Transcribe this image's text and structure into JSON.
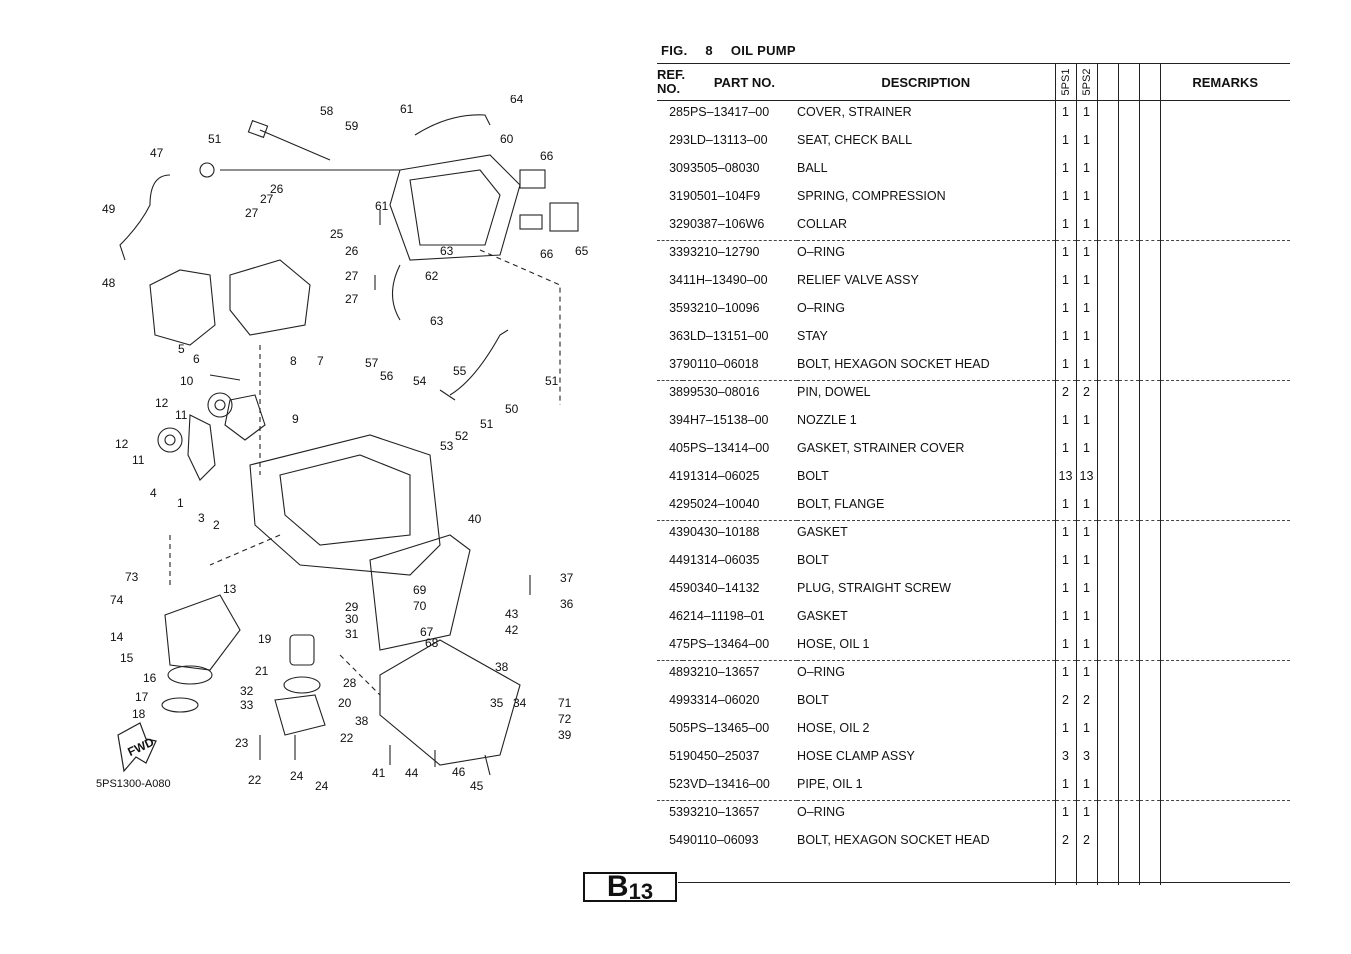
{
  "header": {
    "fig_label": "FIG.",
    "fig_number": "8",
    "fig_title": "OIL PUMP"
  },
  "columns": {
    "ref_no": "REF. NO.",
    "part_no": "PART NO.",
    "description": "DESCRIPTION",
    "model1": "5PS1",
    "model2": "5PS2",
    "remarks": "REMARKS"
  },
  "rows": [
    {
      "ref": "28",
      "part": "5PS–13417–00",
      "desc": "COVER, STRAINER",
      "q1": "1",
      "q2": "1"
    },
    {
      "ref": "29",
      "part": "3LD–13113–00",
      "desc": "SEAT, CHECK BALL",
      "q1": "1",
      "q2": "1"
    },
    {
      "ref": "30",
      "part": "93505–08030",
      "desc": "BALL",
      "q1": "1",
      "q2": "1"
    },
    {
      "ref": "31",
      "part": "90501–104F9",
      "desc": "SPRING, COMPRESSION",
      "q1": "1",
      "q2": "1"
    },
    {
      "ref": "32",
      "part": "90387–106W6",
      "desc": "COLLAR",
      "q1": "1",
      "q2": "1"
    },
    {
      "ref": "33",
      "part": "93210–12790",
      "desc": "O–RING",
      "q1": "1",
      "q2": "1"
    },
    {
      "ref": "34",
      "part": "11H–13490–00",
      "desc": "RELIEF VALVE ASSY",
      "q1": "1",
      "q2": "1"
    },
    {
      "ref": "35",
      "part": "93210–10096",
      "desc": "O–RING",
      "q1": "1",
      "q2": "1"
    },
    {
      "ref": "36",
      "part": "3LD–13151–00",
      "desc": "STAY",
      "q1": "1",
      "q2": "1"
    },
    {
      "ref": "37",
      "part": "90110–06018",
      "desc": "BOLT, HEXAGON SOCKET HEAD",
      "q1": "1",
      "q2": "1"
    },
    {
      "ref": "38",
      "part": "99530–08016",
      "desc": "PIN, DOWEL",
      "q1": "2",
      "q2": "2"
    },
    {
      "ref": "39",
      "part": "4H7–15138–00",
      "desc": "NOZZLE 1",
      "q1": "1",
      "q2": "1"
    },
    {
      "ref": "40",
      "part": "5PS–13414–00",
      "desc": "GASKET, STRAINER COVER",
      "q1": "1",
      "q2": "1"
    },
    {
      "ref": "41",
      "part": "91314–06025",
      "desc": "BOLT",
      "q1": "13",
      "q2": "13"
    },
    {
      "ref": "42",
      "part": "95024–10040",
      "desc": "BOLT, FLANGE",
      "q1": "1",
      "q2": "1"
    },
    {
      "ref": "43",
      "part": "90430–10188",
      "desc": "GASKET",
      "q1": "1",
      "q2": "1"
    },
    {
      "ref": "44",
      "part": "91314–06035",
      "desc": "BOLT",
      "q1": "1",
      "q2": "1"
    },
    {
      "ref": "45",
      "part": "90340–14132",
      "desc": "PLUG, STRAIGHT SCREW",
      "q1": "1",
      "q2": "1"
    },
    {
      "ref": "46",
      "part": "214–11198–01",
      "desc": "GASKET",
      "q1": "1",
      "q2": "1"
    },
    {
      "ref": "47",
      "part": "5PS–13464–00",
      "desc": "HOSE, OIL 1",
      "q1": "1",
      "q2": "1"
    },
    {
      "ref": "48",
      "part": "93210–13657",
      "desc": "O–RING",
      "q1": "1",
      "q2": "1"
    },
    {
      "ref": "49",
      "part": "93314–06020",
      "desc": "BOLT",
      "q1": "2",
      "q2": "2"
    },
    {
      "ref": "50",
      "part": "5PS–13465–00",
      "desc": "HOSE, OIL 2",
      "q1": "1",
      "q2": "1"
    },
    {
      "ref": "51",
      "part": "90450–25037",
      "desc": "HOSE CLAMP ASSY",
      "q1": "3",
      "q2": "3"
    },
    {
      "ref": "52",
      "part": "3VD–13416–00",
      "desc": "PIPE, OIL 1",
      "q1": "1",
      "q2": "1"
    },
    {
      "ref": "53",
      "part": "93210–13657",
      "desc": "O–RING",
      "q1": "1",
      "q2": "1"
    },
    {
      "ref": "54",
      "part": "90110–06093",
      "desc": "BOLT, HEXAGON SOCKET HEAD",
      "q1": "2",
      "q2": "2"
    }
  ],
  "diagram": {
    "code": "5PS1300-A080",
    "fwd_label": "FWD",
    "callouts": [
      "58",
      "61",
      "64",
      "59",
      "60",
      "51",
      "47",
      "66",
      "26",
      "27",
      "27",
      "61",
      "25",
      "26",
      "49",
      "63",
      "27",
      "62",
      "48",
      "66",
      "65",
      "27",
      "63",
      "5",
      "6",
      "8",
      "7",
      "57",
      "56",
      "54",
      "55",
      "51",
      "10",
      "12",
      "11",
      "9",
      "50",
      "52",
      "51",
      "53",
      "12",
      "11",
      "4",
      "1",
      "3",
      "2",
      "40",
      "73",
      "13",
      "74",
      "14",
      "15",
      "19",
      "16",
      "21",
      "32",
      "17",
      "33",
      "20",
      "18",
      "23",
      "22",
      "22",
      "24",
      "24",
      "29",
      "30",
      "31",
      "69",
      "70",
      "67",
      "68",
      "43",
      "42",
      "37",
      "36",
      "28",
      "38",
      "35",
      "34",
      "71",
      "72",
      "39",
      "38",
      "41",
      "44",
      "46",
      "45"
    ]
  },
  "page_tag": {
    "letter": "B",
    "number": "13"
  }
}
